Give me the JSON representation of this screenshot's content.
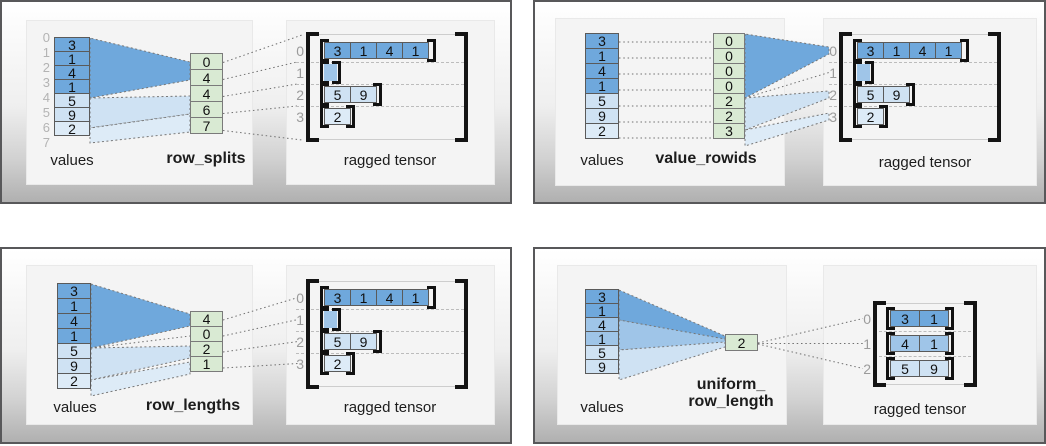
{
  "colors": {
    "dark_blue": "#6fa8dc",
    "medium_blue": "#9fc5e8",
    "light_blue": "#cfe2f3",
    "lighter_blue": "#ddebf7",
    "green": "#d9ead3"
  },
  "quadrants": [
    {
      "method": "row-splits",
      "values_label": "values",
      "method_label": "row_splits",
      "tensor_label": "ragged tensor",
      "values": [
        "3",
        "1",
        "4",
        "1",
        "5",
        "9",
        "2"
      ],
      "value_shades": [
        "dark",
        "dark",
        "dark",
        "dark",
        "light",
        "light",
        "lighter"
      ],
      "value_boundary_indices": [
        "0",
        "1",
        "2",
        "3",
        "4",
        "5",
        "6",
        "7"
      ],
      "method_values": [
        "0",
        "4",
        "4",
        "6",
        "7"
      ],
      "tensor_rows": [
        {
          "label": "0",
          "cells": [
            "3",
            "1",
            "4",
            "1"
          ],
          "shade": "dark",
          "empty": false
        },
        {
          "label": "1",
          "cells": [],
          "shade": "medium",
          "empty": true
        },
        {
          "label": "2",
          "cells": [
            "5",
            "9"
          ],
          "shade": "light",
          "empty": false
        },
        {
          "label": "3",
          "cells": [
            "2"
          ],
          "shade": "lighter",
          "empty": false
        }
      ]
    },
    {
      "method": "value-rowids",
      "values_label": "values",
      "method_label": "value_rowids",
      "tensor_label": "ragged tensor",
      "values": [
        "3",
        "1",
        "4",
        "1",
        "5",
        "9",
        "2"
      ],
      "value_shades": [
        "dark",
        "dark",
        "dark",
        "dark",
        "light",
        "light",
        "lighter"
      ],
      "method_values": [
        "0",
        "0",
        "0",
        "0",
        "2",
        "2",
        "3"
      ],
      "tensor_rows": [
        {
          "label": "0",
          "cells": [
            "3",
            "1",
            "4",
            "1"
          ],
          "shade": "dark",
          "empty": false
        },
        {
          "label": "1",
          "cells": [],
          "shade": "medium",
          "empty": true
        },
        {
          "label": "2",
          "cells": [
            "5",
            "9"
          ],
          "shade": "light",
          "empty": false
        },
        {
          "label": "3",
          "cells": [
            "2"
          ],
          "shade": "lighter",
          "empty": false
        }
      ]
    },
    {
      "method": "row-lengths",
      "values_label": "values",
      "method_label": "row_lengths",
      "tensor_label": "ragged tensor",
      "values": [
        "3",
        "1",
        "4",
        "1",
        "5",
        "9",
        "2"
      ],
      "value_shades": [
        "dark",
        "dark",
        "dark",
        "dark",
        "light",
        "light",
        "lighter"
      ],
      "method_values": [
        "4",
        "0",
        "2",
        "1"
      ],
      "tensor_rows": [
        {
          "label": "0",
          "cells": [
            "3",
            "1",
            "4",
            "1"
          ],
          "shade": "dark",
          "empty": false
        },
        {
          "label": "1",
          "cells": [],
          "shade": "medium",
          "empty": true
        },
        {
          "label": "2",
          "cells": [
            "5",
            "9"
          ],
          "shade": "light",
          "empty": false
        },
        {
          "label": "3",
          "cells": [
            "2"
          ],
          "shade": "lighter",
          "empty": false
        }
      ]
    },
    {
      "method": "uniform-row-length",
      "values_label": "values",
      "method_label": "uniform_\nrow_length",
      "tensor_label": "ragged tensor",
      "values": [
        "3",
        "1",
        "4",
        "1",
        "5",
        "9"
      ],
      "value_shades": [
        "dark",
        "dark",
        "medium",
        "medium",
        "light",
        "light"
      ],
      "method_values": [
        "2"
      ],
      "tensor_rows": [
        {
          "label": "0",
          "cells": [
            "3",
            "1"
          ],
          "shade": "dark",
          "empty": false
        },
        {
          "label": "1",
          "cells": [
            "4",
            "1"
          ],
          "shade": "medium",
          "empty": false
        },
        {
          "label": "2",
          "cells": [
            "5",
            "9"
          ],
          "shade": "light",
          "empty": false
        }
      ]
    }
  ]
}
